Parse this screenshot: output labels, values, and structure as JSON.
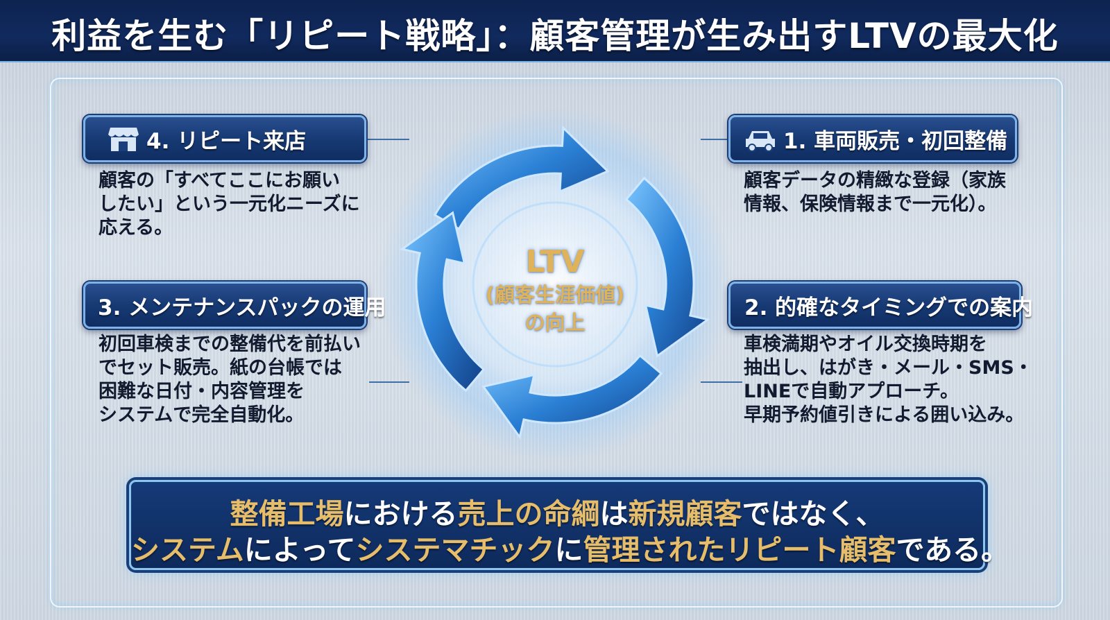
{
  "title": "利益を生む「リピート戦略」：顧客管理が生み出すLTVの最大化",
  "center": {
    "line1": "LTV",
    "line2": "(顧客生涯価値)",
    "line3": "の向上"
  },
  "steps": [
    {
      "label": "1. 車両販売・初回整備",
      "icon": "car-icon",
      "text": "顧客データの精緻な登録（家族\n情報、保険情報まで一元化）。"
    },
    {
      "label": "2. 的確なタイミングでの案内",
      "icon": "none",
      "text": "車検満期やオイル交換時期を\n抽出し、はがき・メール・SMS・\nLINEで自動アプローチ。\n早期予約値引きによる囲い込み。"
    },
    {
      "label": "3. メンテナンスパックの運用",
      "icon": "none",
      "text": "初回車検までの整備代を前払い\nでセット販売。紙の台帳では\n困難な日付・内容管理を\nシステムで完全自動化。"
    },
    {
      "label": "4. リピート来店",
      "icon": "shop-icon",
      "text": "顧客の「すべてここにお願い\nしたい」という一元化ニーズに\n応える。"
    }
  ],
  "banner": {
    "line1": [
      {
        "text": "整備工場",
        "style": "gold"
      },
      {
        "text": "における",
        "style": "white"
      },
      {
        "text": "売上の命綱",
        "style": "gold"
      },
      {
        "text": "は",
        "style": "white"
      },
      {
        "text": "新規顧客",
        "style": "gold"
      },
      {
        "text": "ではなく、",
        "style": "white"
      }
    ],
    "line2": [
      {
        "text": "システム",
        "style": "gold"
      },
      {
        "text": "によって",
        "style": "white"
      },
      {
        "text": "システマチック",
        "style": "gold"
      },
      {
        "text": "に",
        "style": "white"
      },
      {
        "text": "管理された",
        "style": "gold"
      },
      {
        "text": "リピート顧客",
        "style": "gold"
      },
      {
        "text": "である。",
        "style": "white"
      }
    ]
  },
  "colors": {
    "navy": "#0f2d62",
    "gold": "#e6bd6a",
    "arrow": "#2f86d8"
  }
}
